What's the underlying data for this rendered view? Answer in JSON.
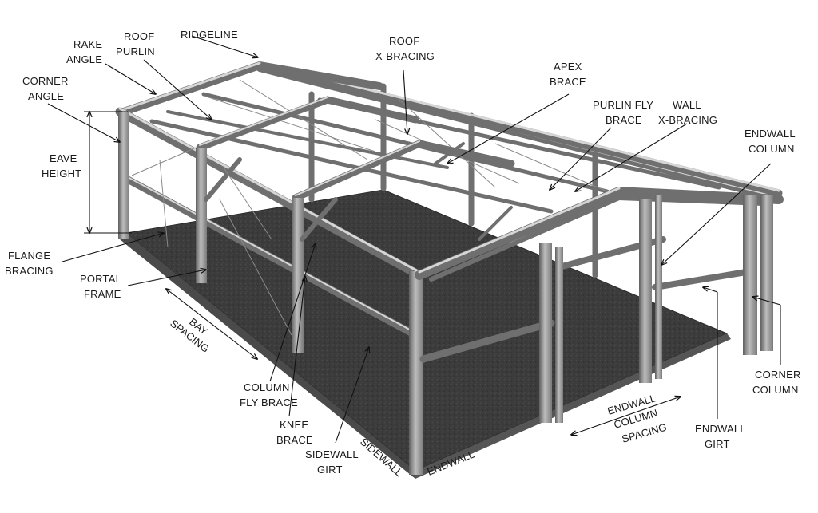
{
  "labels": {
    "ridgeline": "RIDGELINE",
    "roof_purlin": [
      "ROOF",
      "PURLIN"
    ],
    "rake_angle": [
      "RAKE",
      "ANGLE"
    ],
    "corner_angle": [
      "CORNER",
      "ANGLE"
    ],
    "eave_height": [
      "EAVE",
      "HEIGHT"
    ],
    "flange_bracing": [
      "FLANGE",
      "BRACING"
    ],
    "portal_frame": [
      "PORTAL",
      "FRAME"
    ],
    "bay_spacing": [
      "BAY",
      "SPACING"
    ],
    "column_fly_brace": [
      "COLUMN",
      "FLY BRACE"
    ],
    "knee_brace": [
      "KNEE",
      "BRACE"
    ],
    "sidewall_girt": [
      "SIDEWALL",
      "GIRT"
    ],
    "sidewall": "SIDEWALL",
    "endwall": "ENDWALL",
    "roof_x_bracing": [
      "ROOF",
      "X-BRACING"
    ],
    "apex_brace": [
      "APEX",
      "BRACE"
    ],
    "purlin_fly_brace": [
      "PURLIN FLY",
      "BRACE"
    ],
    "wall_x_bracing": [
      "WALL",
      "X-BRACING"
    ],
    "endwall_column": [
      "ENDWALL",
      "COLUMN"
    ],
    "corner_column": [
      "CORNER",
      "COLUMN"
    ],
    "endwall_girt": [
      "ENDWALL",
      "GIRT"
    ],
    "endwall_column_spacing": [
      "ENDWALL",
      "COLUMN",
      "SPACING"
    ]
  },
  "colors": {
    "floor": "#3a3a3a",
    "steel": "#8c8c8c",
    "leader": "#111111"
  }
}
